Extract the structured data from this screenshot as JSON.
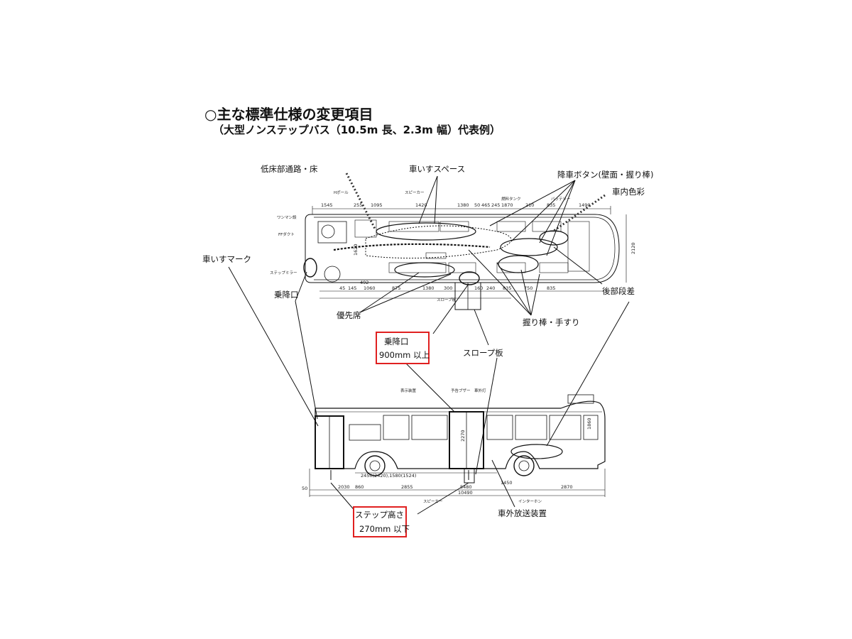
{
  "header": {
    "title": "○主な標準仕様の変更項目",
    "subtitle": "（大型ノンステップバス（10.5m 長、2.3m 幅）代表例）"
  },
  "labels": {
    "low_floor": "低床部通路・床",
    "wheelchair_space": "車いすスペース",
    "stop_button": "降車ボタン(壁面・握り棒)",
    "interior_color": "車内色彩",
    "wheelchair_mark": "車いすマーク",
    "entrance": "乗降口",
    "priority_seat": "優先席",
    "rear_step": "後部段差",
    "handrail": "握り棒・手すり",
    "slope_board": "スロープ板",
    "exterior_speaker": "車外放送装置"
  },
  "callouts": {
    "door_width_title": "乗降口",
    "door_width_value": "900mm 以上",
    "step_height_title": "ステップ高さ",
    "step_height_value": "270mm 以下"
  },
  "plan_small_labels": {
    "h_pole": "Hポール",
    "wanman": "ワンマン設",
    "ff_duct": "FFダクト",
    "step_mirror": "ステップミラー",
    "slope": "スロープ板",
    "speaker": "スピーカー",
    "battery": "バッテリー",
    "fuel_tank": "燃料タンク"
  },
  "plan_dimensions": {
    "top": [
      "1545",
      "255",
      "1095",
      "1420",
      "1380",
      "50",
      "465",
      "245",
      "1870",
      "210",
      "835",
      "1490"
    ],
    "bottom": [
      "45",
      "145",
      "1060",
      "875",
      "1380",
      "300",
      "160",
      "240",
      "835",
      "750",
      "835"
    ],
    "width": "2120",
    "side_a": "1620",
    "side_b": "492"
  },
  "side_dimensions": {
    "bottom": [
      "860",
      "2855",
      "5480",
      "1450",
      "2870"
    ],
    "overall": "10490",
    "front": "2030",
    "left_edge": "50",
    "door_height": "2270",
    "rear_height": "1860",
    "ref": "2450(2420),1580(1524)"
  },
  "side_small_labels": {
    "dest": "表示装置",
    "buzzer": "予告ブザー",
    "light": "車外灯",
    "speaker": "スピーカー",
    "interphone": "インターホン"
  },
  "colors": {
    "callout_border": "#e02020",
    "line": "#111111"
  }
}
